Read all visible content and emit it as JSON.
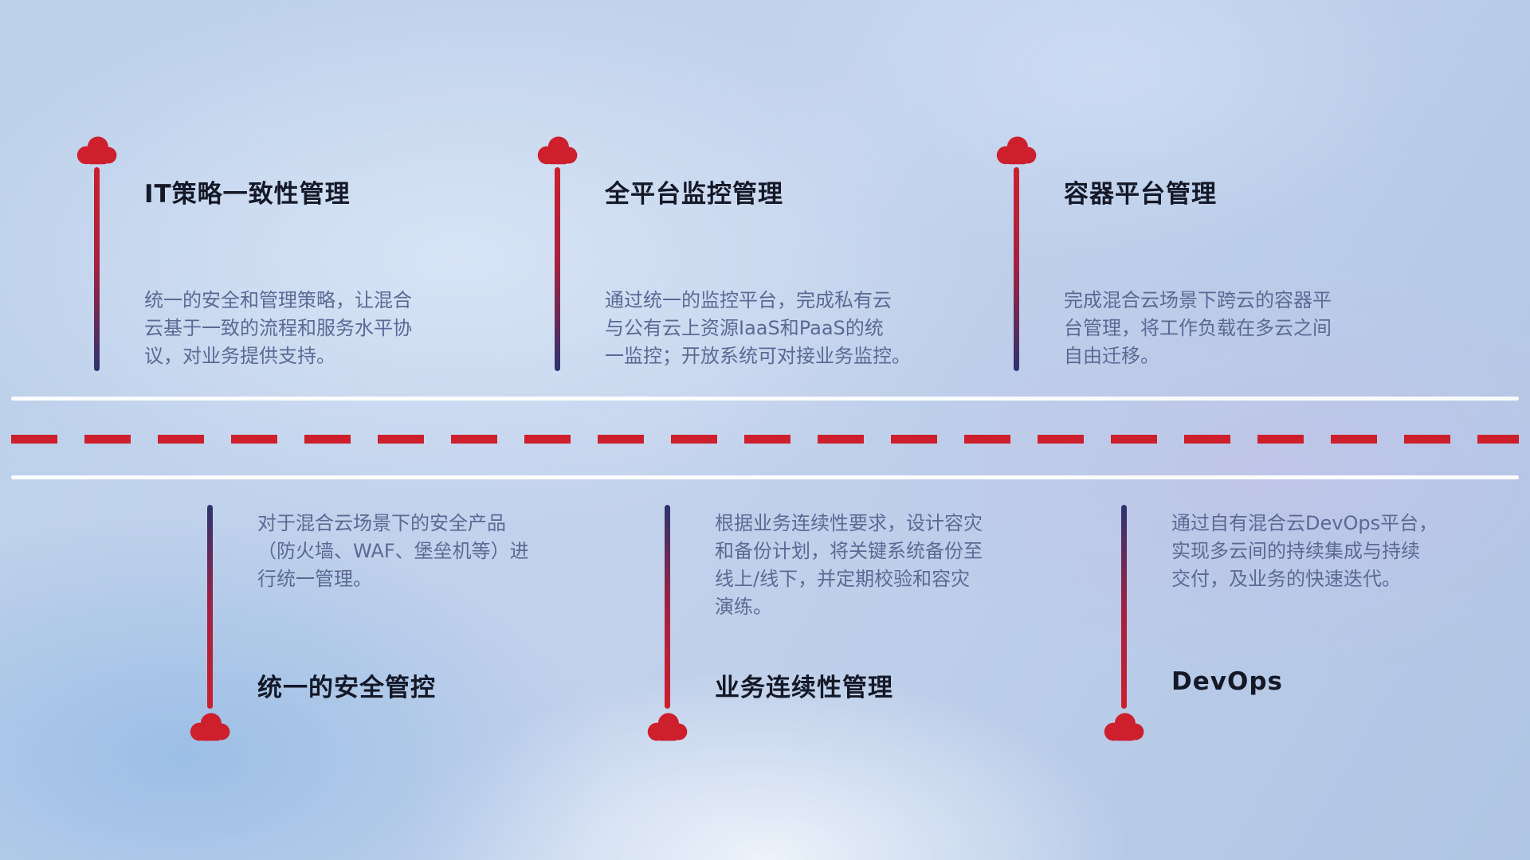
{
  "diagram": {
    "theme": {
      "accent_red": "#cd1f2c",
      "accent_navy": "#2c3370",
      "title_color": "#141827",
      "description_color": "#5a6a94",
      "road_line_color": "#ffffff"
    },
    "items": [
      {
        "id": "it-policy",
        "position": "top",
        "title": "IT策略一致性管理",
        "description": "统一的安全和管理策略，让混合\n云基于一致的流程和服务水平协\n议，对业务提供支持。"
      },
      {
        "id": "platform-monitoring",
        "position": "top",
        "title": "全平台监控管理",
        "description": "通过统一的监控平台，完成私有云\n与公有云上资源IaaS和PaaS的统\n一监控；开放系统可对接业务监控。"
      },
      {
        "id": "container-platform",
        "position": "top",
        "title": "容器平台管理",
        "description": "完成混合云场景下跨云的容器平\n台管理，将工作负载在多云之间\n自由迁移。"
      },
      {
        "id": "unified-security",
        "position": "bottom",
        "title": "统一的安全管控",
        "description": "对于混合云场景下的安全产品\n（防火墙、WAF、堡垒机等）进\n行统一管理。"
      },
      {
        "id": "business-continuity",
        "position": "bottom",
        "title": "业务连续性管理",
        "description": "根据业务连续性要求，设计容灾\n和备份计划，将关键系统备份至\n线上/线下，并定期校验和容灾\n演练。"
      },
      {
        "id": "devops",
        "position": "bottom",
        "title": "DevOps",
        "description": "通过自有混合云DevOps平台，\n实现多云间的持续集成与持续\n交付，及业务的快速迭代。"
      }
    ]
  }
}
